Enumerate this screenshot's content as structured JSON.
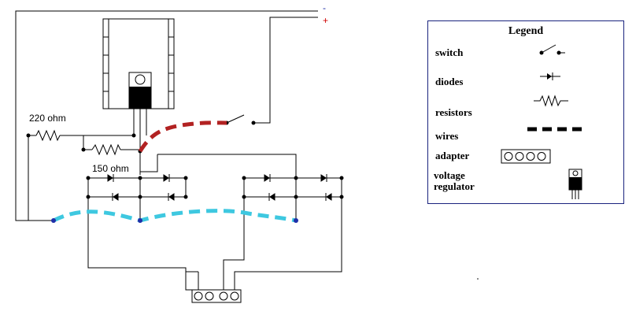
{
  "labels": {
    "r1": "220 ohm",
    "r2": "150 ohm",
    "minus": "-",
    "plus": "+"
  },
  "legend": {
    "title": "Legend",
    "switch": "switch",
    "diodes": "diodes",
    "resistors": "resistors",
    "wires": "wires",
    "adapter": "adapter",
    "voltage": "voltage",
    "regulator": "regulator"
  },
  "colors": {
    "red_wire": "#b22222",
    "cyan_wire": "#3ec8e0",
    "node_blue": "#1f2fa8",
    "minus": "#1f2fa8",
    "plus": "#d00000"
  }
}
